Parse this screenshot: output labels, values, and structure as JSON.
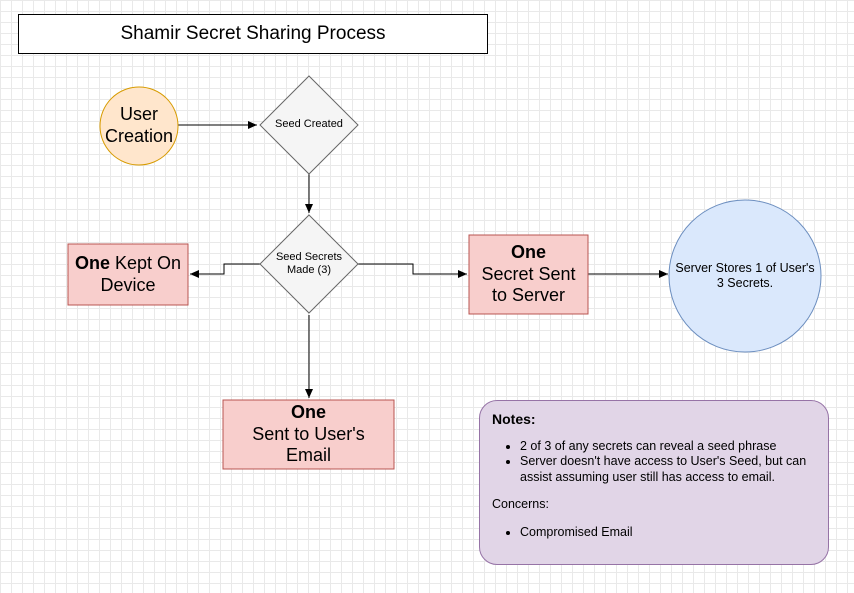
{
  "title": "Shamir Secret Sharing Process",
  "nodes": {
    "user_creation": "User Creation",
    "seed_created": "Seed Created",
    "seed_secrets_line1": "Seed Secrets",
    "seed_secrets_line2": "Made (3)",
    "kept_on_device_bold": "One",
    "kept_on_device_rest": " Kept On Device",
    "sent_to_server_bold": "One",
    "sent_to_server_rest": "Secret Sent to Server",
    "sent_to_email_bold": "One",
    "sent_to_email_rest": "Sent to User's Email",
    "server_stores": "Server Stores 1 of User's 3 Secrets."
  },
  "notes": {
    "title": "Notes:",
    "items": [
      "2 of 3 of any secrets can reveal a seed phrase",
      "Server doesn't have access to User's Seed, but can assist assuming user still has access to email."
    ],
    "concerns_label": "Concerns:",
    "concerns": [
      "Compromised Email"
    ]
  },
  "colors": {
    "user_fill": "#ffe6cc",
    "user_stroke": "#d79b00",
    "diamond_fill": "#f5f5f5",
    "diamond_stroke": "#666666",
    "red_fill": "#f8cecc",
    "red_stroke": "#b85450",
    "blue_fill": "#dae8fc",
    "blue_stroke": "#6c8ebf",
    "notes_fill": "#e1d5e7",
    "notes_stroke": "#9673a6"
  }
}
